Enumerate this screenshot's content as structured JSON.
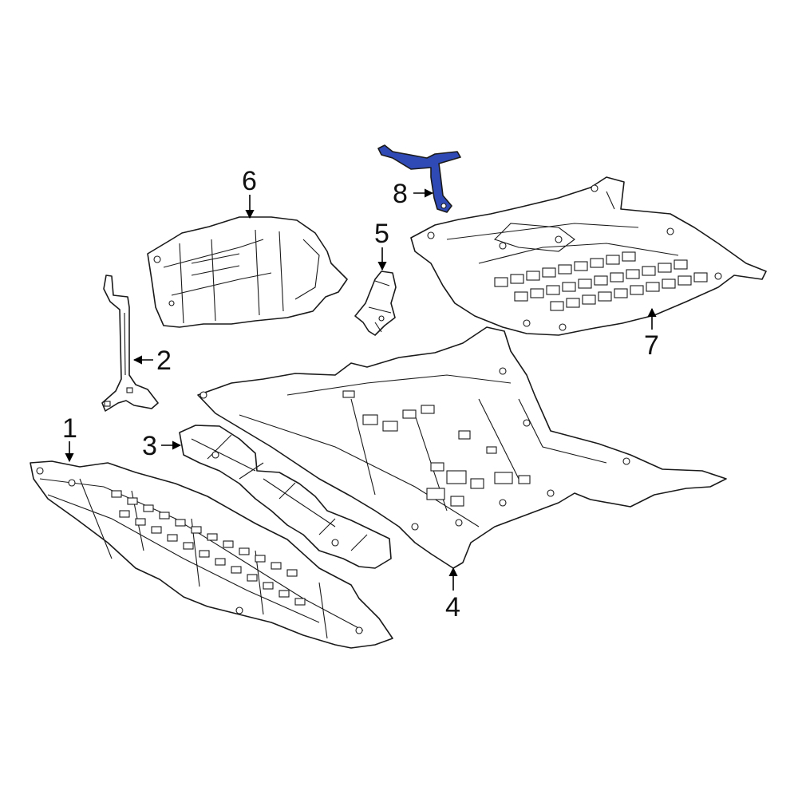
{
  "callouts": [
    {
      "id": "1",
      "label": "1"
    },
    {
      "id": "2",
      "label": "2"
    },
    {
      "id": "3",
      "label": "3"
    },
    {
      "id": "4",
      "label": "4"
    },
    {
      "id": "5",
      "label": "5"
    },
    {
      "id": "6",
      "label": "6"
    },
    {
      "id": "7",
      "label": "7"
    },
    {
      "id": "8",
      "label": "8"
    }
  ],
  "highlight": {
    "part": "8",
    "color": "#2f49b5"
  }
}
